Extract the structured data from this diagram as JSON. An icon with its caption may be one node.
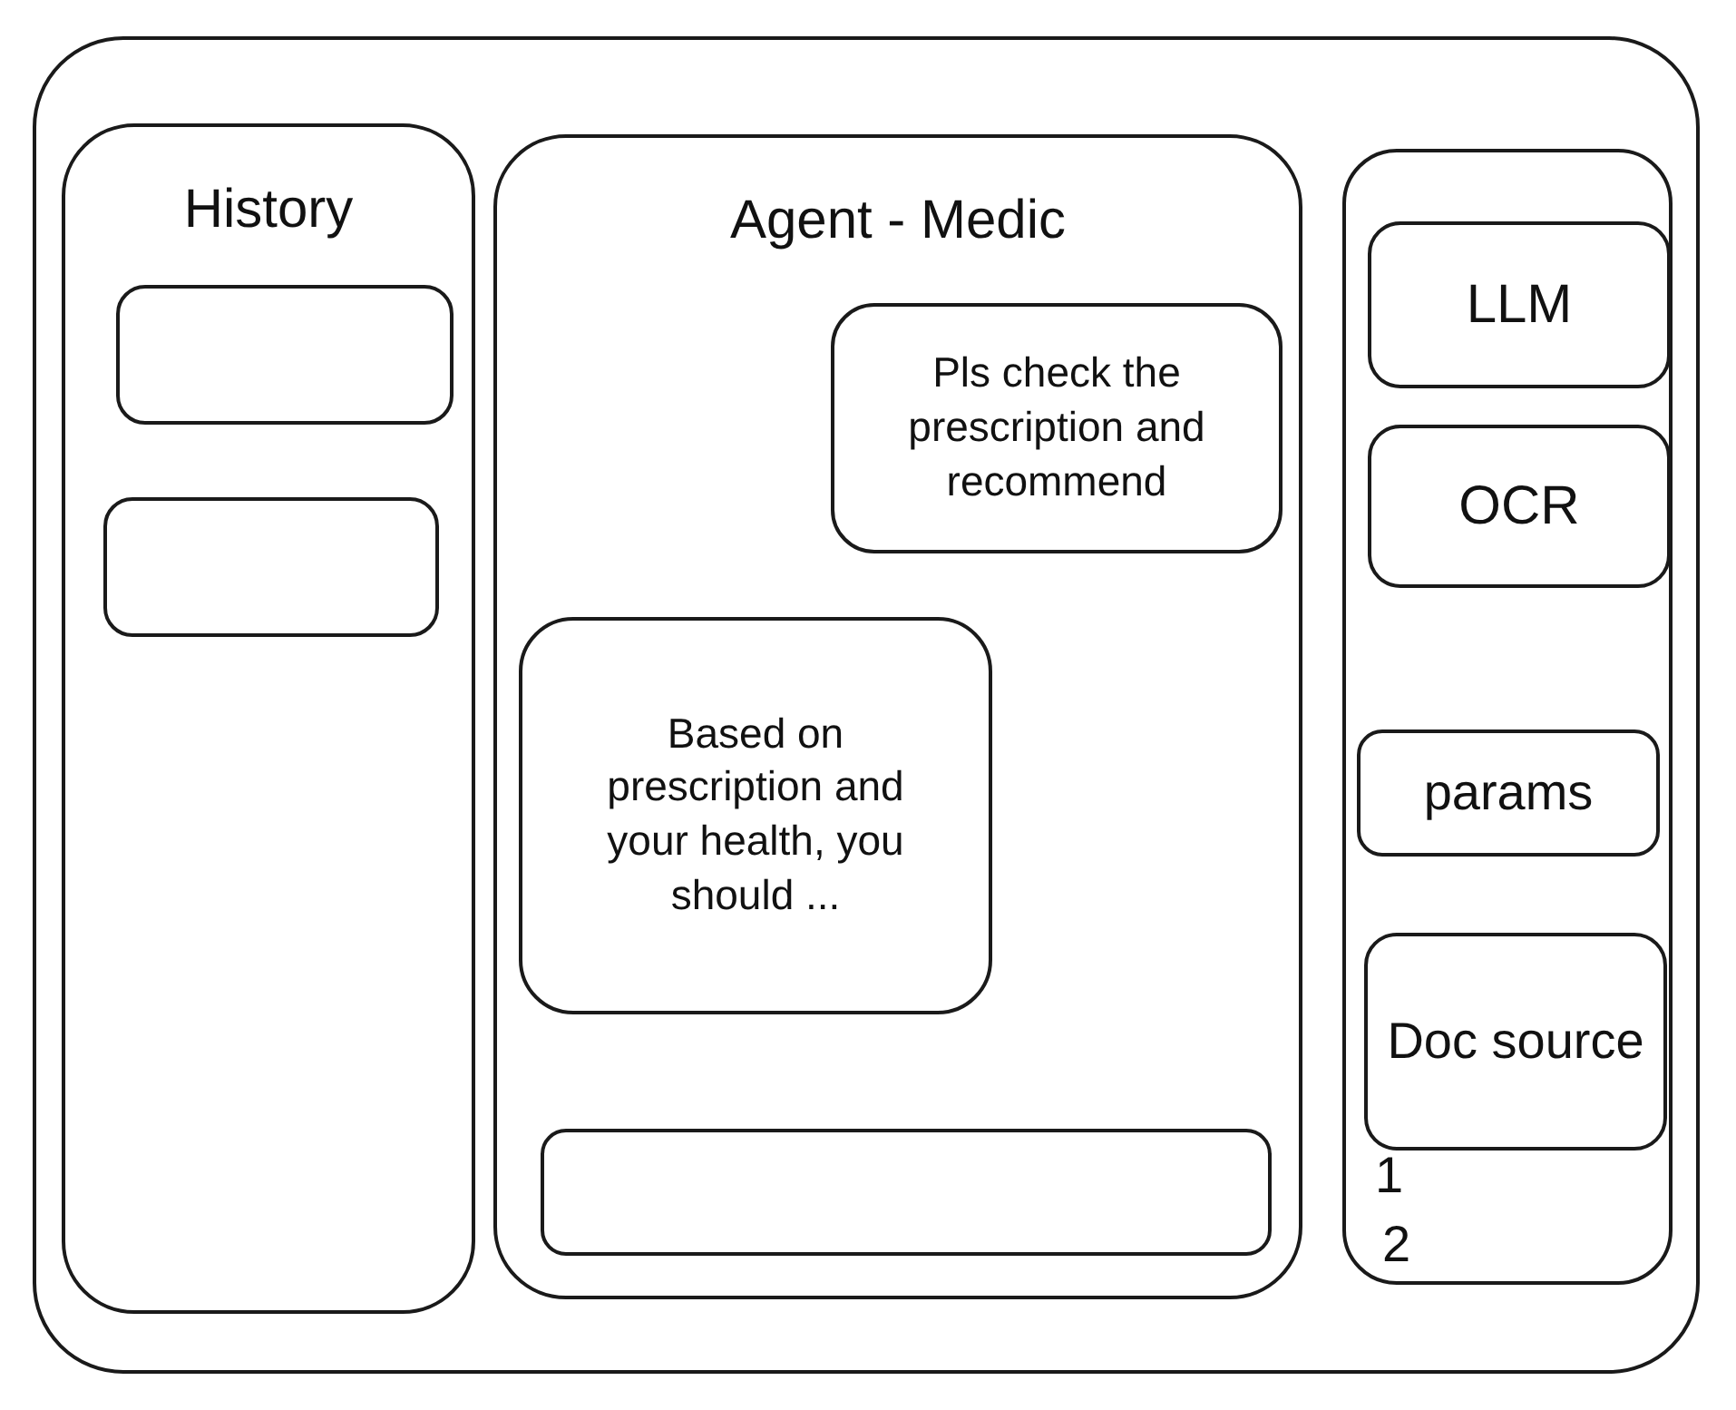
{
  "diagram": {
    "nodes": [
      {
        "text": [],
        "shape": "box"
      },
      {
        "text": [
          "History"
        ],
        "in": 0
      },
      {
        "text": [],
        "shape": "box",
        "in": 1
      },
      {
        "text": [],
        "shape": "box",
        "in": 1
      },
      {
        "text": [
          "Agent - Medic"
        ],
        "in": 0
      },
      {
        "text": [
          "Pls check the prescription and recommend"
        ],
        "in": 4
      },
      {
        "text": [
          "Based on prescription and your health, you should ..."
        ],
        "in": 4
      },
      {
        "text": [],
        "shape": "box",
        "in": 4
      },
      {
        "text": [],
        "shape": "box",
        "in": 0
      },
      {
        "text": [
          "LLM"
        ],
        "in": 8
      },
      {
        "text": [
          "OCR"
        ],
        "in": 8
      },
      {
        "text": [
          "params"
        ],
        "in": 8
      },
      {
        "text": [
          "Doc source"
        ],
        "in": 8
      }
    ],
    "labels": [
      "1",
      "2"
    ]
  }
}
